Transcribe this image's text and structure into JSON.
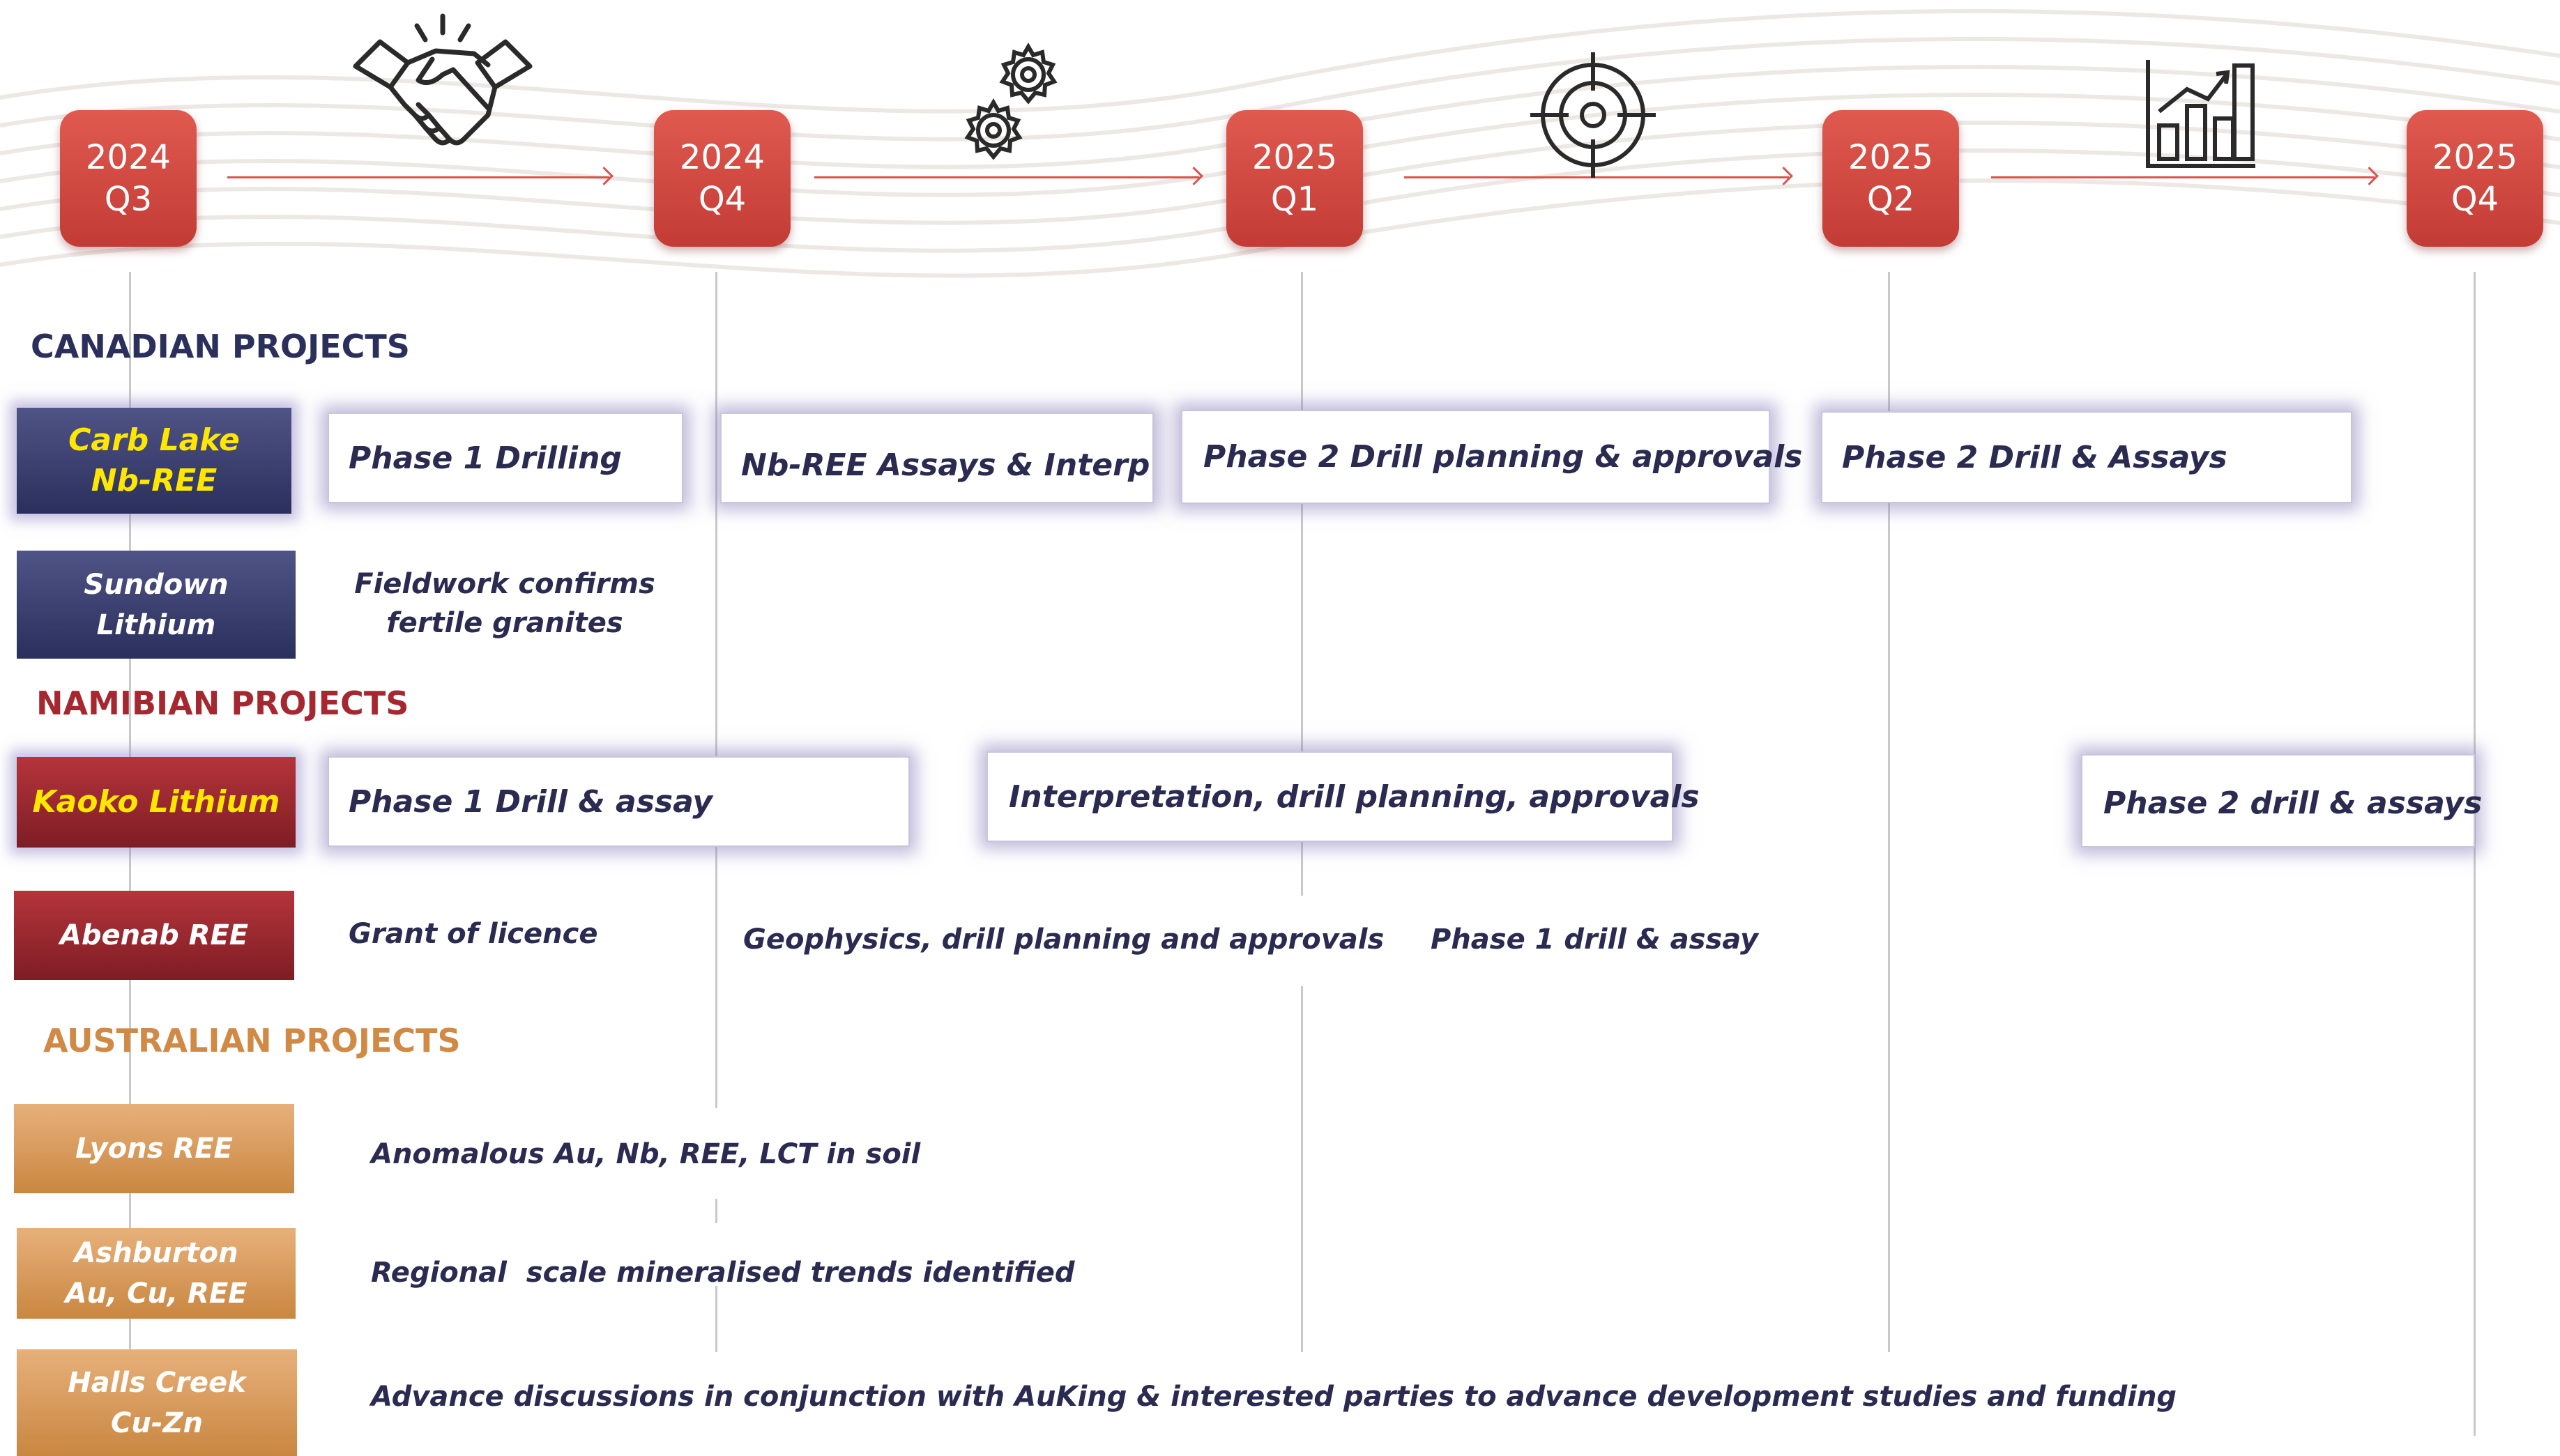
{
  "colors": {
    "quarter_fill": "#d04a44",
    "arrow": "#d9534f",
    "canadian_title": "#2b2f5c",
    "namibian_title": "#a52830",
    "australian_title": "#d08a45",
    "task_text": "#2b2b52",
    "highlight_yellow": "#ffe700"
  },
  "timeline": {
    "quarters": [
      {
        "year": "2024",
        "q": "Q3"
      },
      {
        "year": "2024",
        "q": "Q4"
      },
      {
        "year": "2025",
        "q": "Q1"
      },
      {
        "year": "2025",
        "q": "Q2"
      },
      {
        "year": "2025",
        "q": "Q4"
      }
    ],
    "icons": [
      "handshake-icon",
      "gears-icon",
      "target-icon",
      "growth-chart-icon"
    ]
  },
  "sections": {
    "canadian": {
      "title": "CANADIAN PROJECTS",
      "projects": [
        {
          "name_line1": "Carb Lake",
          "name_line2": "Nb-REE",
          "tasks": [
            "Phase 1 Drilling",
            "Nb-REE Assays & Interp",
            "Phase 2 Drill planning & approvals",
            "Phase 2 Drill & Assays"
          ]
        },
        {
          "name_line1": "Sundown",
          "name_line2": "Lithium",
          "notes": [
            "Fieldwork confirms",
            "fertile granites"
          ]
        }
      ]
    },
    "namibian": {
      "title": "NAMIBIAN PROJECTS",
      "projects": [
        {
          "name": "Kaoko Lithium",
          "tasks": [
            "Phase 1 Drill & assay",
            "Interpretation, drill planning, approvals",
            "Phase 2 drill & assays"
          ]
        },
        {
          "name": "Abenab REE",
          "notes": [
            "Grant of licence",
            "Geophysics, drill planning and approvals",
            "Phase 1 drill & assay"
          ]
        }
      ]
    },
    "australian": {
      "title": "AUSTRALIAN PROJECTS",
      "projects": [
        {
          "name": "Lyons REE",
          "note": "Anomalous Au, Nb, REE, LCT in soil"
        },
        {
          "name_line1": "Ashburton",
          "name_line2": "Au, Cu, REE",
          "note": "Regional  scale mineralised trends identified"
        },
        {
          "name_line1": "Halls Creek",
          "name_line2": "Cu-Zn",
          "note": "Advance discussions in conjunction with AuKing & interested parties to advance development studies and funding"
        }
      ]
    }
  }
}
